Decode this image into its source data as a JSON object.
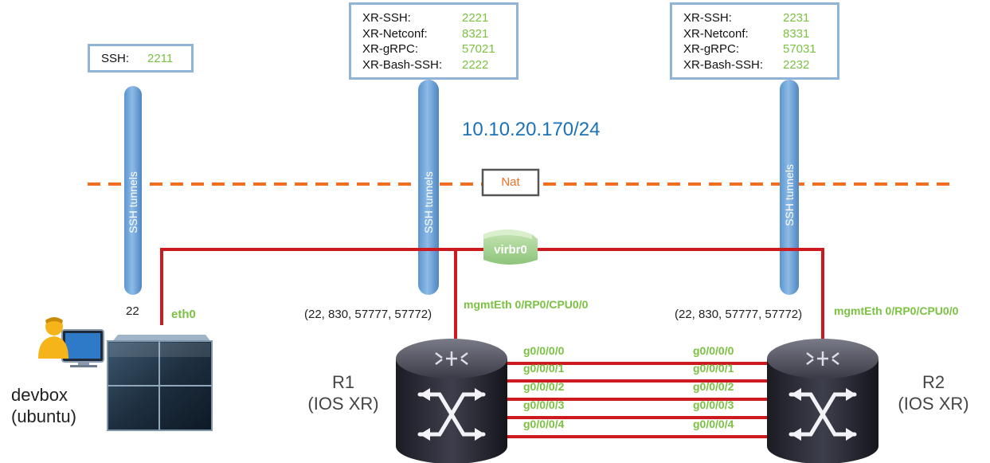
{
  "colors": {
    "link": "#cc1a1f",
    "tunnel": "#6fa6dc",
    "nat_line": "#f26f21",
    "box_border": "#8fb4d8",
    "port_green": "#7bc142",
    "subnet_blue": "#1a73b8"
  },
  "devbox_box": {
    "rows": [
      {
        "key": "SSH:",
        "value": "2211"
      }
    ]
  },
  "r1_box": {
    "rows": [
      {
        "key": "XR-SSH:",
        "value": "2221"
      },
      {
        "key": "XR-Netconf:",
        "value": "8321"
      },
      {
        "key": "XR-gRPC:",
        "value": "57021"
      },
      {
        "key": "XR-Bash-SSH:",
        "value": "2222"
      }
    ]
  },
  "r2_box": {
    "rows": [
      {
        "key": "XR-SSH:",
        "value": "2231"
      },
      {
        "key": "XR-Netconf:",
        "value": "8331"
      },
      {
        "key": "XR-gRPC:",
        "value": "57031"
      },
      {
        "key": "XR-Bash-SSH:",
        "value": "2232"
      }
    ]
  },
  "subnet": "10.10.20.170/24",
  "nat_label": "Nat",
  "bridge_label": "virbr0",
  "tunnel_label": "SSH tunnels",
  "devbox": {
    "port": "22",
    "iface": "eth0",
    "name_line1": "devbox",
    "name_line2": "(ubuntu)"
  },
  "r1": {
    "ports": "(22, 830, 57777, 57772)",
    "mgmt": "mgmtEth 0/RP0/CPU0/0",
    "name_line1": "R1",
    "name_line2": "(IOS XR)"
  },
  "r2": {
    "ports": "(22, 830, 57777, 57772)",
    "mgmt": "mgmtEth 0/RP0/CPU0/0",
    "name_line1": "R2",
    "name_line2": "(IOS XR)"
  },
  "links": [
    {
      "left": "g0/0/0/0",
      "right": "g0/0/0/0"
    },
    {
      "left": "g0/0/0/1",
      "right": "g0/0/0/1"
    },
    {
      "left": "g0/0/0/2",
      "right": "g0/0/0/2"
    },
    {
      "left": "g0/0/0/3",
      "right": "g0/0/0/3"
    },
    {
      "left": "g0/0/0/4",
      "right": "g0/0/0/4"
    }
  ]
}
